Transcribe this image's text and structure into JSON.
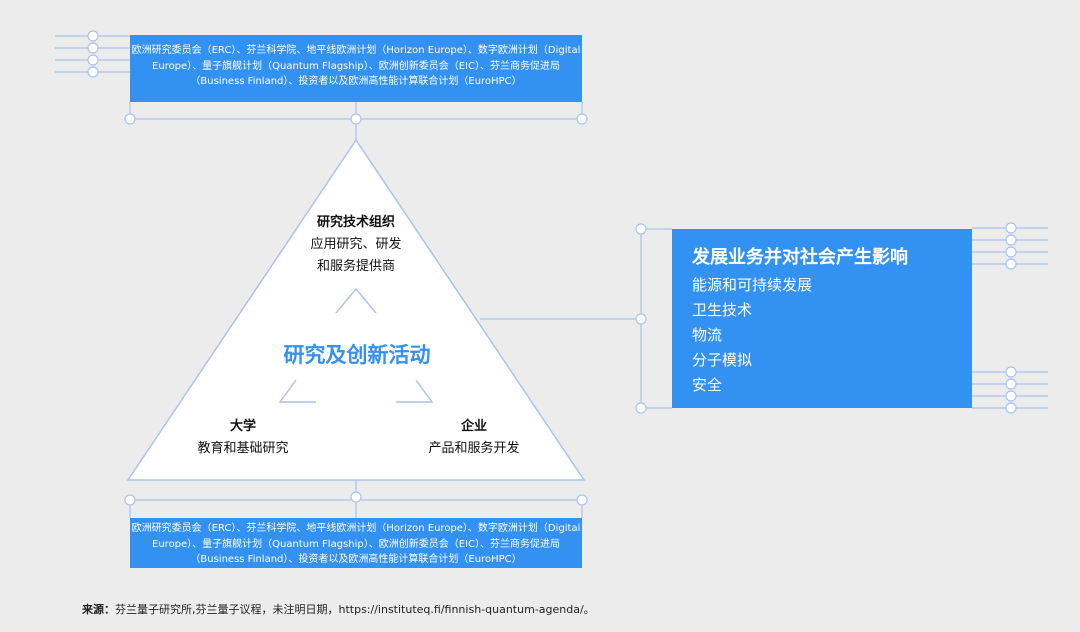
{
  "colors": {
    "primary": "#3391f2",
    "line": "#a9c4ea",
    "background": "#ececec",
    "text": "#111111",
    "white": "#ffffff"
  },
  "top_box": {
    "text": "欧洲研究委员会（ERC）、芬兰科学院、地平线欧洲计划（Horizon Europe）、数字欧洲计划（Digital Europe）、量子旗舰计划（Quantum Flagship）、欧洲创新委员会（EIC）、芬兰商务促进局（Business Finland）、投资者以及欧洲高性能计算联合计划（EuroHPC）"
  },
  "bottom_box": {
    "text": "欧洲研究委员会（ERC）、芬兰科学院、地平线欧洲计划（Horizon Europe）、数字欧洲计划（Digital Europe）、量子旗舰计划（Quantum Flagship）、欧洲创新委员会（EIC）、芬兰商务促进局（Business Finland）、投资者以及欧洲高性能计算联合计划（EuroHPC）"
  },
  "triangle": {
    "center_label": "研究及创新活动",
    "top_node": {
      "title": "研究技术组织",
      "line1": "应用研究、研发",
      "line2": "和服务提供商"
    },
    "left_node": {
      "title": "大学",
      "desc": "教育和基础研究"
    },
    "right_node": {
      "title": "企业",
      "desc": "产品和服务开发"
    }
  },
  "side_box": {
    "title": "发展业务并对社会产生影响",
    "items": [
      "能源和可持续发展",
      "卫生技术",
      "物流",
      "分子模拟",
      "安全"
    ]
  },
  "source": {
    "label": "来源：",
    "text": "芬兰量子研究所,芬兰量子议程，未注明日期，https://instituteq.fi/finnish-quantum-agenda/。"
  }
}
